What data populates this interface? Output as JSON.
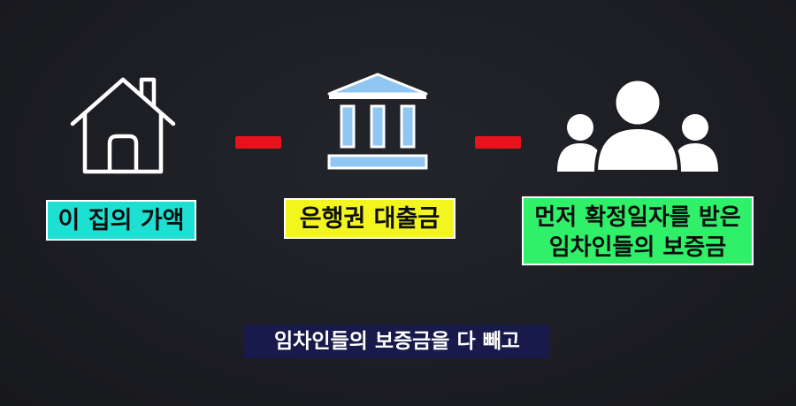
{
  "labels": {
    "house_price": "이 집의 가액",
    "bank_loan": "은행권 대출금",
    "deposit_line1": "먼저 확정일자를 받은",
    "deposit_line2": "임차인들의 보증금"
  },
  "subtitle": "임차인들의 보증금을 다 빼고",
  "icons": {
    "house": "house-icon",
    "bank": "bank-icon",
    "people": "people-icon",
    "minus": "minus-sign"
  },
  "colors": {
    "house_label_bg": "#1ee0d2",
    "loan_label_bg": "#f2f51e",
    "deposit_label_bg": "#30f06a",
    "minus": "#e8111c",
    "bank_fill": "#8fc6f2",
    "subtitle_bg": "#171a4a"
  }
}
